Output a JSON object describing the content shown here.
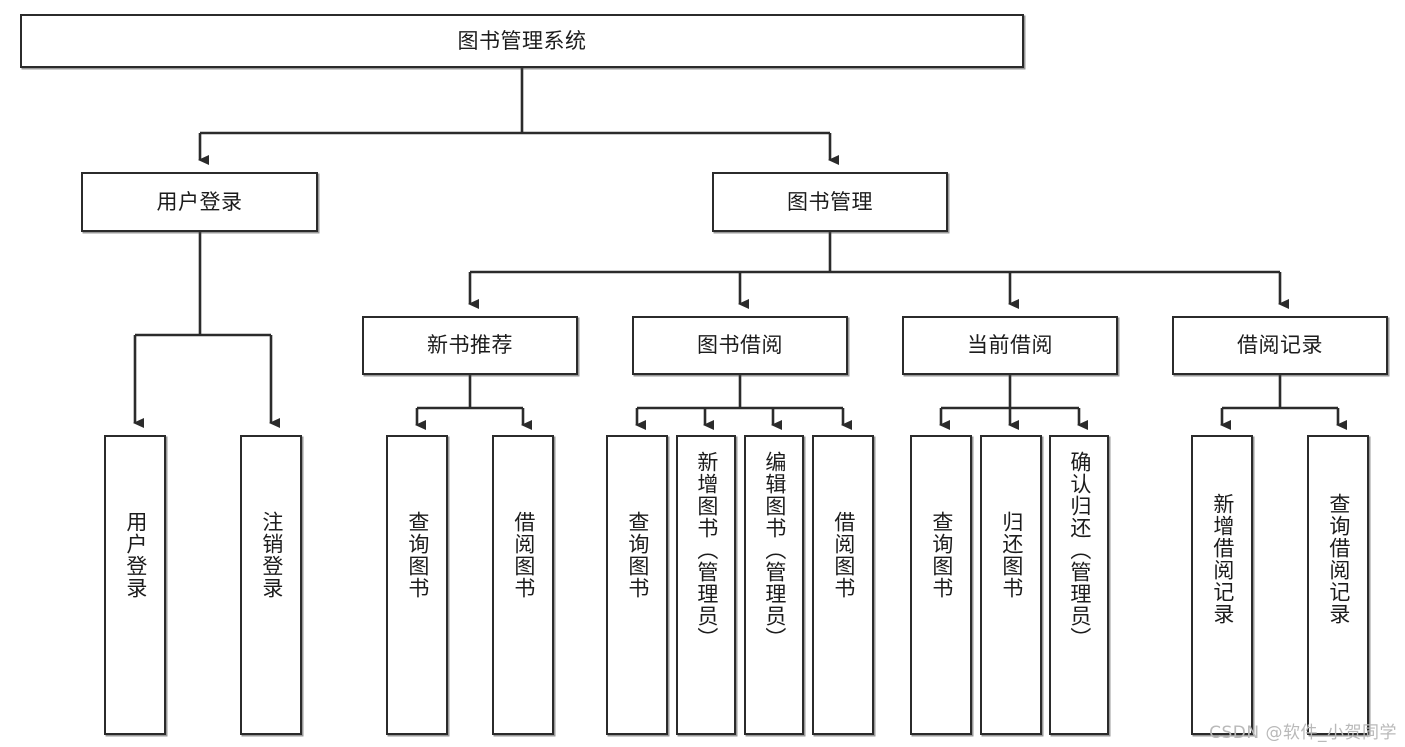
{
  "diagram": {
    "type": "tree-hierarchy",
    "title": "图书管理系统",
    "root": {
      "id": "root",
      "label": "图书管理系统"
    },
    "level2": [
      {
        "id": "user-login",
        "label": "用户登录"
      },
      {
        "id": "book-manage",
        "label": "图书管理"
      }
    ],
    "level3": [
      {
        "id": "new-book-rec",
        "label": "新书推荐"
      },
      {
        "id": "book-borrow",
        "label": "图书借阅"
      },
      {
        "id": "current-borrow",
        "label": "当前借阅"
      },
      {
        "id": "borrow-record",
        "label": "借阅记录"
      }
    ],
    "leaves": [
      {
        "id": "leaf-user-login",
        "label": "用户登录",
        "parent": "user-login"
      },
      {
        "id": "leaf-user-logout",
        "label": "注销登录",
        "parent": "user-login"
      },
      {
        "id": "leaf-query-book-1",
        "label": "查询图书",
        "parent": "new-book-rec"
      },
      {
        "id": "leaf-borrow-book-1",
        "label": "借阅图书",
        "parent": "new-book-rec"
      },
      {
        "id": "leaf-query-book-2",
        "label": "查询图书",
        "parent": "book-borrow"
      },
      {
        "id": "leaf-add-book",
        "label": "新增图书（管理员）",
        "parent": "book-borrow"
      },
      {
        "id": "leaf-edit-book",
        "label": "编辑图书（管理员）",
        "parent": "book-borrow"
      },
      {
        "id": "leaf-borrow-book-2",
        "label": "借阅图书",
        "parent": "book-borrow"
      },
      {
        "id": "leaf-query-book-3",
        "label": "查询图书",
        "parent": "current-borrow"
      },
      {
        "id": "leaf-return-book",
        "label": "归还图书",
        "parent": "current-borrow"
      },
      {
        "id": "leaf-confirm-return",
        "label": "确认归还（管理员）",
        "parent": "current-borrow"
      },
      {
        "id": "leaf-add-record",
        "label": "新增借阅记录",
        "parent": "borrow-record"
      },
      {
        "id": "leaf-query-record",
        "label": "查询借阅记录",
        "parent": "borrow-record"
      }
    ],
    "colors": {
      "stroke": "#2b2b2b",
      "fill": "#ffffff",
      "text": "#1c1c1c",
      "watermark": "#b9b9b9"
    }
  },
  "watermark": {
    "text": "CSDN @软件_小贺同学"
  }
}
